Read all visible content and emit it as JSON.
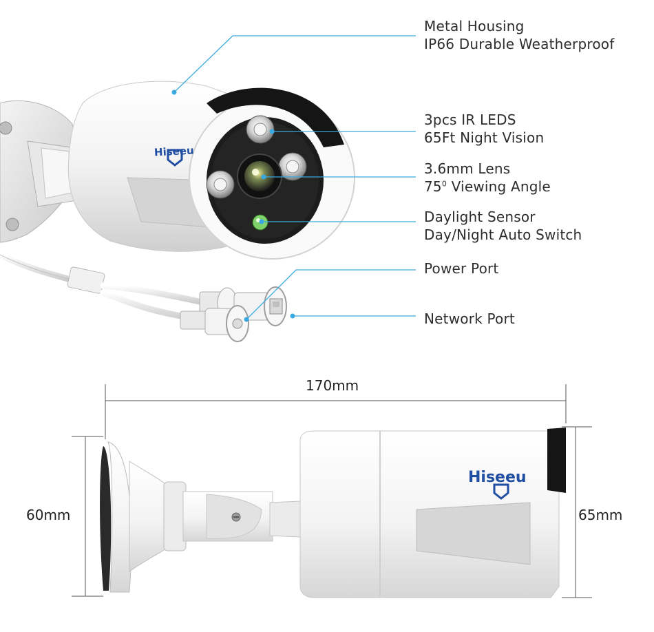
{
  "brand": {
    "logo_text": "Hiseeu",
    "colors": {
      "logo_blue": "#1f4ea3",
      "callout_line": "#3aa9e0",
      "dimension_line": "#555555",
      "housing": "#f1f1f1",
      "lens_ring": "#1a1a1a",
      "led_green": "#7fd36a"
    }
  },
  "callouts": [
    {
      "id": "metal-housing",
      "line1": "Metal Housing",
      "line2": "IP66 Durable Weatherproof"
    },
    {
      "id": "ir-leds",
      "line1": "3pcs IR LEDS",
      "line2": "65Ft Night Vision"
    },
    {
      "id": "lens",
      "line1": "3.6mm Lens",
      "line2_prefix": "75",
      "line2_sup": "0",
      "line2_suffix": " Viewing Angle"
    },
    {
      "id": "daylight-sensor",
      "line1": "Daylight Sensor",
      "line2": "Day/Night Auto Switch"
    },
    {
      "id": "power-port",
      "line1": "Power Port"
    },
    {
      "id": "network-port",
      "line1": "Network Port"
    }
  ],
  "dimensions": {
    "length": "170mm",
    "mount_height": "60mm",
    "body_height": "65mm"
  }
}
